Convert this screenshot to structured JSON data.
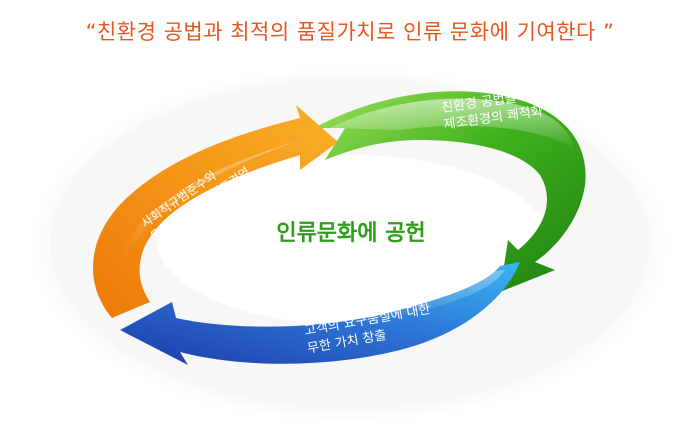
{
  "slogan": "“친환경 공법과 최적의 품질가치로 인류 문화에 기여한다 ”",
  "center_label": "인류문화에 공헌",
  "segments": [
    {
      "id": "green",
      "lines": [
        "친환경 공법을 통한",
        "제조환경의 쾌적화"
      ]
    },
    {
      "id": "blue",
      "lines": [
        "고객의 요구품질에  대한",
        "무한 가치 창출"
      ]
    },
    {
      "id": "orange",
      "lines": [
        "사회적규범준수와",
        "윤리를 지키는 정도경영"
      ]
    }
  ],
  "colors": {
    "slogan": "#e8561c",
    "center": "#2f9e1c",
    "green": "#3daa1a",
    "blue": "#2d6fd0",
    "orange": "#f08a0c"
  }
}
